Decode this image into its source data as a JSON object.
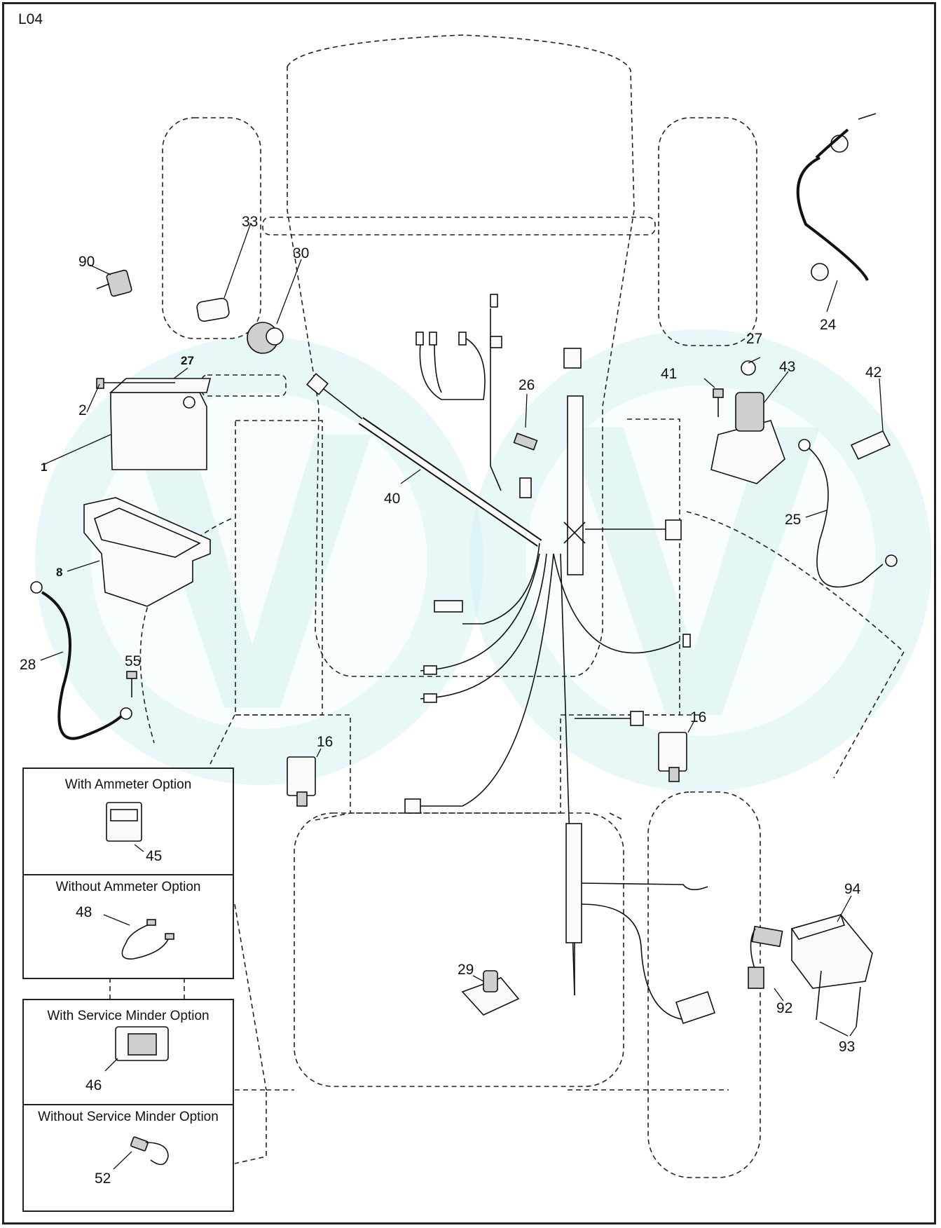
{
  "page_id": "L04",
  "options": {
    "with_ammeter": "With Ammeter Option",
    "without_ammeter": "Without Ammeter Option",
    "with_service_minder": "With Service Minder Option",
    "without_service_minder": "Without Service Minder Option"
  },
  "callouts": {
    "c1": "1",
    "c2": "2",
    "c8": "8",
    "c16a": "16",
    "c16b": "16",
    "c24": "24",
    "c25": "25",
    "c26": "26",
    "c27a": "27",
    "c27b": "27",
    "c28": "28",
    "c29": "29",
    "c30": "30",
    "c33": "33",
    "c40": "40",
    "c41": "41",
    "c42": "42",
    "c43": "43",
    "c45": "45",
    "c46": "46",
    "c48": "48",
    "c52": "52",
    "c55": "55",
    "c90": "90",
    "c92": "92",
    "c93": "93",
    "c94": "94"
  },
  "colors": {
    "watermark": "#d6f0f2",
    "ink": "#111111"
  }
}
